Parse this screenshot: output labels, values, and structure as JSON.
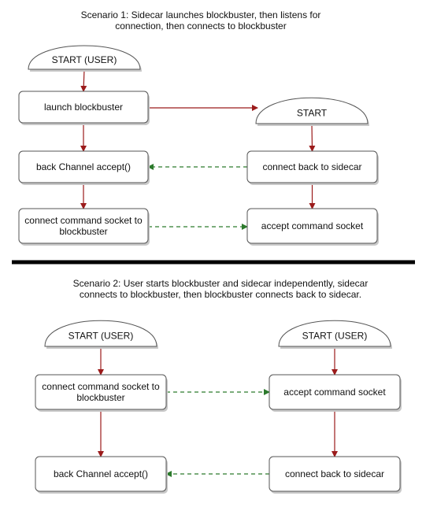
{
  "scenario1": {
    "heading_lines": [
      "Scenario 1:  Sidecar launches blockbuster, then listens for",
      "connection, then connects to blockbuster"
    ],
    "start_user": [
      "START (USER)"
    ],
    "launch": [
      "launch blockbuster"
    ],
    "start": [
      "START"
    ],
    "back_channel": [
      "back Channel accept()"
    ],
    "connect_back": [
      "connect back to sidecar"
    ],
    "connect_cmd": [
      "connect command socket to",
      "blockbuster"
    ],
    "accept_cmd": [
      "accept command socket"
    ]
  },
  "scenario2": {
    "heading_lines": [
      "Scenario 2:  User starts blockbuster and sidecar independently, sidecar",
      "connects to blockbuster, then blockbuster connects back to sidecar."
    ],
    "start_user_left": [
      "START (USER)"
    ],
    "start_user_right": [
      "START (USER)"
    ],
    "connect_cmd": [
      "connect command socket to",
      "blockbuster"
    ],
    "accept_cmd": [
      "accept command socket"
    ],
    "back_channel": [
      "back Channel accept()"
    ],
    "connect_back": [
      "connect back to sidecar"
    ]
  },
  "colors": {
    "solid_arrow": "#9b1b1b",
    "dashed_arrow": "#2c7a2c",
    "divider": "#000000"
  }
}
